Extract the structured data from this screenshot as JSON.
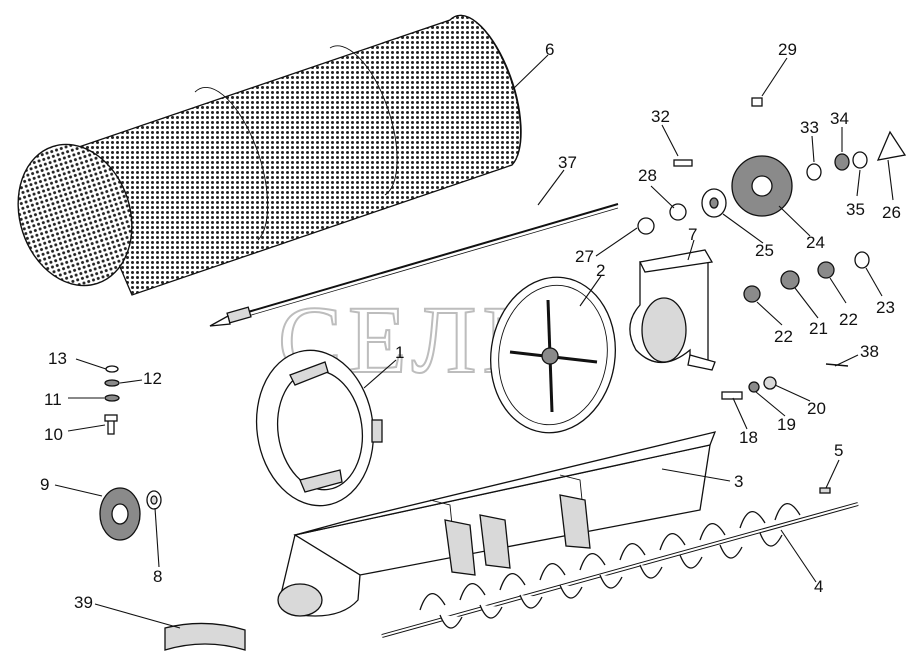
{
  "watermark": "СЕЛМ",
  "callouts": [
    "1",
    "2",
    "3",
    "4",
    "5",
    "6",
    "7",
    "8",
    "9",
    "10",
    "11",
    "12",
    "13",
    "18",
    "19",
    "20",
    "21",
    "22",
    "22",
    "23",
    "24",
    "25",
    "26",
    "27",
    "28",
    "29",
    "32",
    "33",
    "34",
    "35",
    "37",
    "38",
    "39"
  ]
}
